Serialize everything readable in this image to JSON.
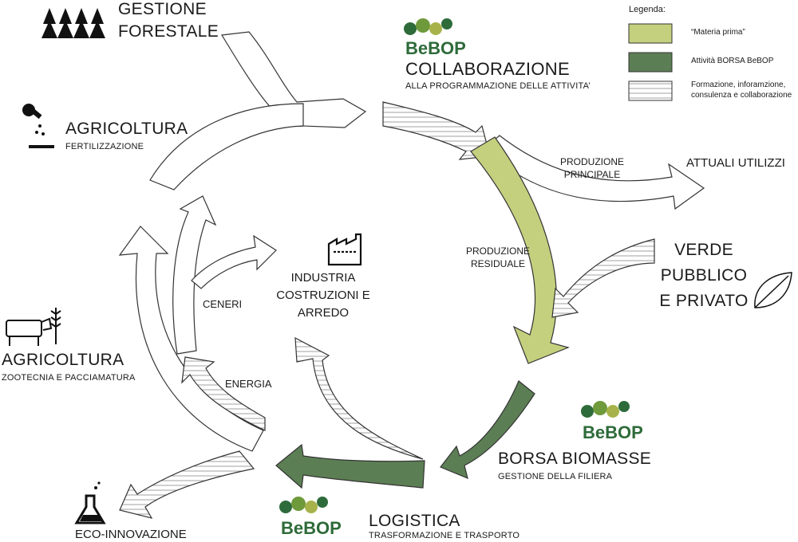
{
  "nodes": {
    "gestione": {
      "line1": "GESTIONE",
      "line2": "FORESTALE"
    },
    "collaborazione": {
      "title": "COLLABORAZIONE",
      "subtitle": "ALLA PROGRAMMAZIONE DELLE ATTIVITA’"
    },
    "attuali": {
      "title": "ATTUALI UTILIZZI"
    },
    "verde": {
      "line1": "VERDE",
      "line2": "PUBBLICO",
      "line3": "E PRIVATO"
    },
    "borsa": {
      "title": "BORSA BIOMASSE",
      "subtitle": "GESTIONE DELLA FILIERA"
    },
    "logistica": {
      "title": "LOGISTICA",
      "subtitle": "TRASFORMAZIONE E TRASPORTO"
    },
    "eco": {
      "title": "ECO-INNOVAZIONE"
    },
    "agri_zoo": {
      "title": "AGRICOLTURA",
      "subtitle": "ZOOTECNIA E PACCIAMATURA"
    },
    "agri_fert": {
      "title": "AGRICOLTURA",
      "subtitle": "FERTILIZZAZIONE"
    },
    "industria": {
      "line1": "INDUSTRIA",
      "line2": "COSTRUZIONI E",
      "line3": "ARREDO"
    }
  },
  "arrow_labels": {
    "prod_principale": {
      "line1": "PRODUZIONE",
      "line2": "PRINCIPALE"
    },
    "prod_residuale": {
      "line1": "PRODUZIONE",
      "line2": "RESIDUALE"
    },
    "ceneri": "CENERI",
    "energia": "ENERGIA"
  },
  "brand": {
    "be": "Be",
    "bop": "BOP"
  },
  "legend": {
    "title": "Legenda:",
    "items": [
      {
        "label": "“Materia prima”",
        "color": "#c5d07e",
        "pattern": "solid"
      },
      {
        "label": "Attività BORSA BeBOP",
        "color": "#5c7e54",
        "pattern": "solid"
      },
      {
        "label": "Formazione, inforamzione, consulenza e collaborazione",
        "color": "#ffffff",
        "pattern": "hatched"
      }
    ]
  },
  "colors": {
    "materia_prima": "#c5d07e",
    "borsa": "#5c7e54",
    "outline": "#333333",
    "brand_green": "#2e6b3a"
  },
  "icons": [
    "forest-icon",
    "hand-seed-icon",
    "cow-wheat-icon",
    "flask-icon",
    "factory-icon",
    "leaf-icon",
    "bebop-logo-icon"
  ]
}
